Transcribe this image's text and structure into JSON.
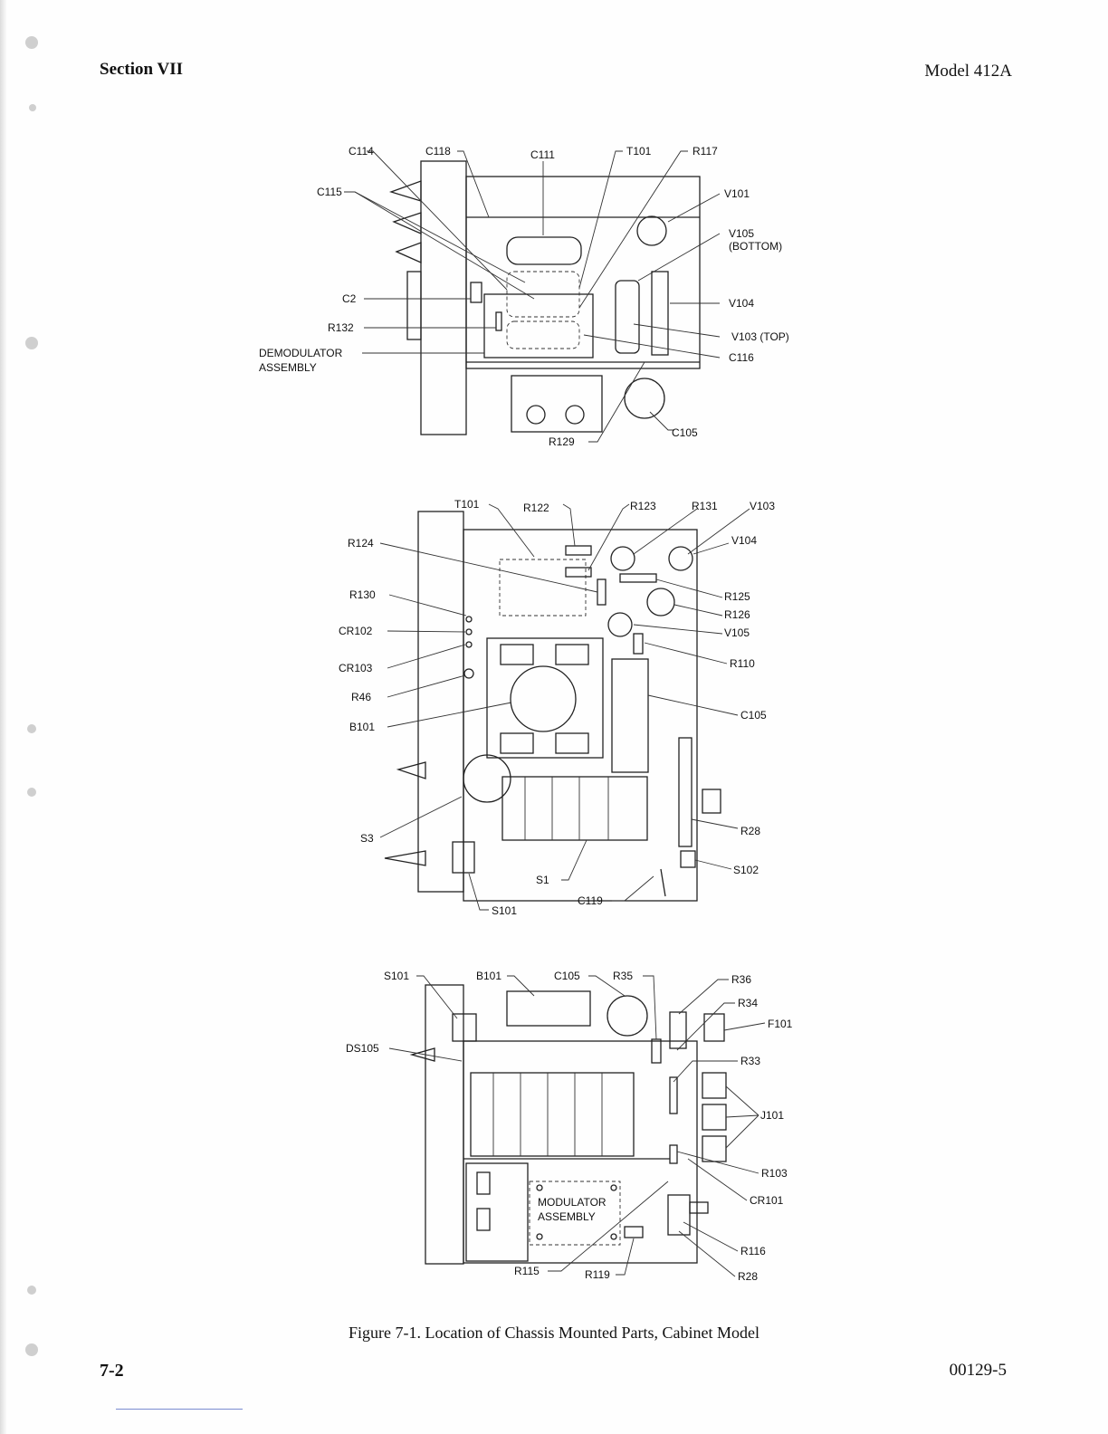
{
  "header": {
    "section": "Section VII",
    "model": "Model 412A"
  },
  "footer": {
    "page_number": "7-2",
    "doc_number": "00129-5"
  },
  "caption": "Figure 7-1. Location of Chassis Mounted Parts, Cabinet Model",
  "figure_top": {
    "labels": {
      "c114": "C114",
      "c118": "C118",
      "c111": "C111",
      "t101": "T101",
      "r117": "R117",
      "c115": "C115",
      "v101": "V101",
      "v105": "V105",
      "v105_note": "(BOTTOM)",
      "c2": "C2",
      "v104": "V104",
      "r132": "R132",
      "v103": "V103 (TOP)",
      "demod_1": "DEMODULATOR",
      "demod_2": "ASSEMBLY",
      "c116": "C116",
      "r129": "R129",
      "c105": "C105"
    }
  },
  "figure_middle": {
    "labels": {
      "t101": "T101",
      "r122": "R122",
      "r123": "R123",
      "r131": "R131",
      "v103": "V103",
      "r124": "R124",
      "v104": "V104",
      "r130": "R130",
      "r125": "R125",
      "cr102": "CR102",
      "r126": "R126",
      "v105": "V105",
      "cr103": "CR103",
      "r110": "R110",
      "r46": "R46",
      "b101": "B101",
      "c105": "C105",
      "r28": "R28",
      "s3": "S3",
      "s102": "S102",
      "s1": "S1",
      "c119": "C119",
      "s101": "S101"
    }
  },
  "figure_bottom": {
    "labels": {
      "s101": "S101",
      "b101": "B101",
      "c105": "C105",
      "r35": "R35",
      "r36": "R36",
      "r34": "R34",
      "f101": "F101",
      "ds105": "DS105",
      "r33": "R33",
      "j101": "J101",
      "r103": "R103",
      "cr101": "CR101",
      "modulator_1": "MODULATOR",
      "modulator_2": "ASSEMBLY",
      "r116": "R116",
      "r115": "R115",
      "r119": "R119",
      "r28": "R28"
    }
  }
}
